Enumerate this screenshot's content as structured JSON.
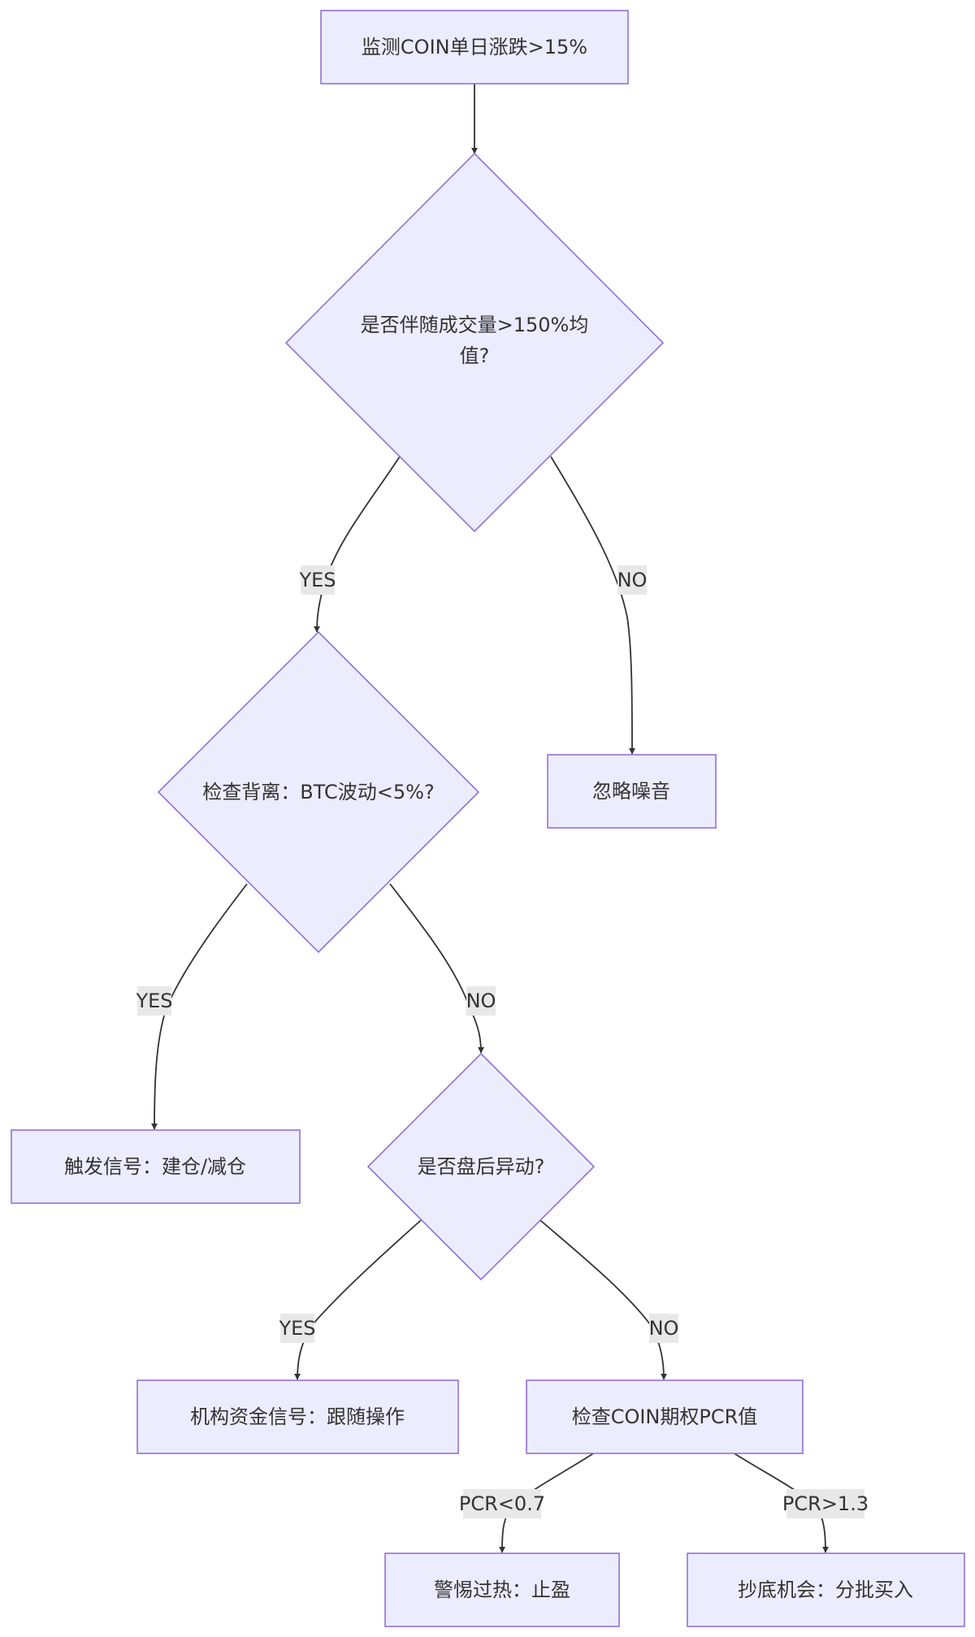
{
  "nodes": {
    "monitor": "监测COIN单日涨跌>15%",
    "volume_line1": "是否伴随成交量>150%均",
    "volume_line2": "值?",
    "divergence": "检查背离：BTC波动<5%?",
    "ignore": "忽略噪音",
    "trigger": "触发信号：建仓/减仓",
    "after_hours": "是否盘后异动?",
    "institutional": "机构资金信号：跟随操作",
    "pcr_check": "检查COIN期权PCR值",
    "overheat": "警惕过热：止盈",
    "bottom": "抄底机会：分批买入"
  },
  "edge_labels": {
    "volume_yes": "YES",
    "volume_no": "NO",
    "divergence_yes": "YES",
    "divergence_no": "NO",
    "after_hours_yes": "YES",
    "after_hours_no": "NO",
    "pcr_low": "PCR<0.7",
    "pcr_high": "PCR>1.3"
  },
  "colors": {
    "node_fill": "#ececff",
    "node_stroke": "#9370db",
    "edge": "#333333",
    "label_bg": "#e8e8e8"
  }
}
